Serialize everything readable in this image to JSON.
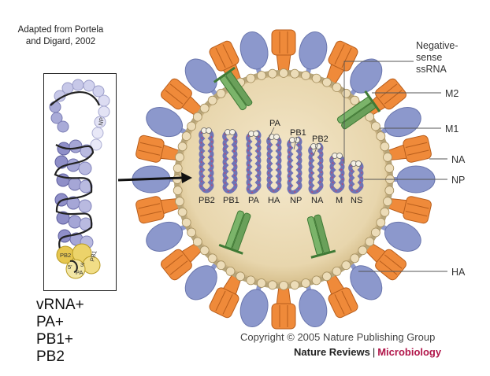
{
  "source_note": {
    "line1": "Adapted from Portela",
    "line2": "and Digard, 2002"
  },
  "rnp_panel": {
    "np_label": "NP",
    "pb2_label": "PB2",
    "pb1_label": "PB1",
    "pa_label": "PA",
    "end5": "5'",
    "end3": "3'"
  },
  "complex_list": [
    "vRNA+",
    "PA+",
    "PB1+",
    "PB2"
  ],
  "virion": {
    "labels": {
      "negative_sense": [
        "Negative-",
        "sense",
        "ssRNA"
      ],
      "m2": "M2",
      "m1": "M1",
      "na": "NA",
      "np": "NP",
      "ha": "HA"
    },
    "segments": [
      "PB2",
      "PB1",
      "PA",
      "HA",
      "NP",
      "NA",
      "M",
      "NS"
    ],
    "polymerase_labels": {
      "pa": "PA",
      "pb1": "PB1",
      "pb2": "PB2"
    }
  },
  "copyright": "Copyright © 2005 Nature Publishing Group",
  "journal": {
    "part1": "Nature Reviews",
    "separator": "|",
    "part2": "Microbiology"
  },
  "colors": {
    "ha_orange": "#ef8a3a",
    "na_blue": "#8c98cc",
    "membrane": "#e8d7b2",
    "m2_green": "#6aa05a",
    "rna_purple": "#6f73b5"
  }
}
